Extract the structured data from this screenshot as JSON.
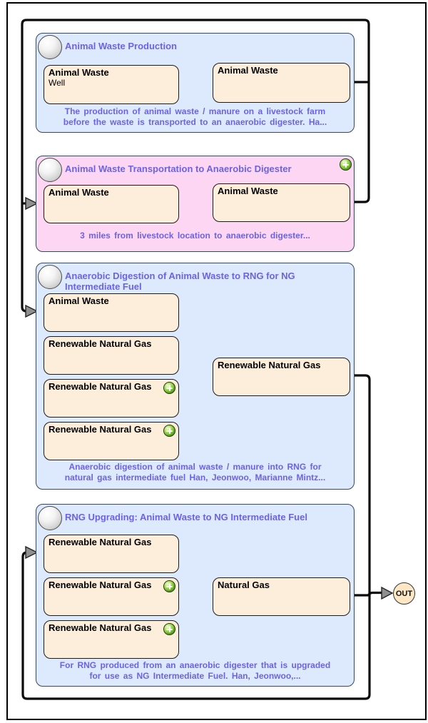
{
  "diagram": {
    "out_label": "OUT",
    "colors": {
      "process_blue": "#dde9fc",
      "process_pink": "#fcd6f2",
      "resource_fill": "#fdeedc",
      "accent_text": "#6c63e4",
      "add_button_green": "#4d9c14"
    }
  },
  "processes": [
    {
      "title": "Animal Waste Production",
      "description": "The production of animal waste / manure on a livestock farm before the waste is transported to an anaerobic digester. Ha...",
      "inputs": [
        {
          "label": "Animal Waste",
          "sub": "Well"
        }
      ],
      "outputs": [
        {
          "label": "Animal Waste"
        }
      ]
    },
    {
      "title": "Animal Waste Transportation to Anaerobic Digester",
      "description": "3 miles from livestock location to anaerobic digester...",
      "inputs": [
        {
          "label": "Animal Waste"
        }
      ],
      "outputs": [
        {
          "label": "Animal Waste"
        }
      ]
    },
    {
      "title": "Anaerobic Digestion of Animal Waste to RNG for NG Intermediate Fuel",
      "description": "Anaerobic digestion of animal waste / manure into RNG for natural gas intermediate fuel Han, Jeonwoo, Marianne Mintz...",
      "inputs": [
        {
          "label": "Animal Waste"
        },
        {
          "label": "Renewable Natural Gas"
        },
        {
          "label": "Renewable Natural Gas"
        },
        {
          "label": "Renewable Natural Gas"
        }
      ],
      "outputs": [
        {
          "label": "Renewable Natural Gas"
        }
      ]
    },
    {
      "title": "RNG Upgrading: Animal Waste to NG Intermediate Fuel",
      "description": "For RNG produced from an anaerobic digester that is upgraded for use as NG Intermediate Fuel. Han, Jeonwoo,...",
      "inputs": [
        {
          "label": "Renewable Natural Gas"
        },
        {
          "label": "Renewable Natural Gas"
        },
        {
          "label": "Renewable Natural Gas"
        }
      ],
      "outputs": [
        {
          "label": "Natural Gas"
        }
      ]
    }
  ]
}
